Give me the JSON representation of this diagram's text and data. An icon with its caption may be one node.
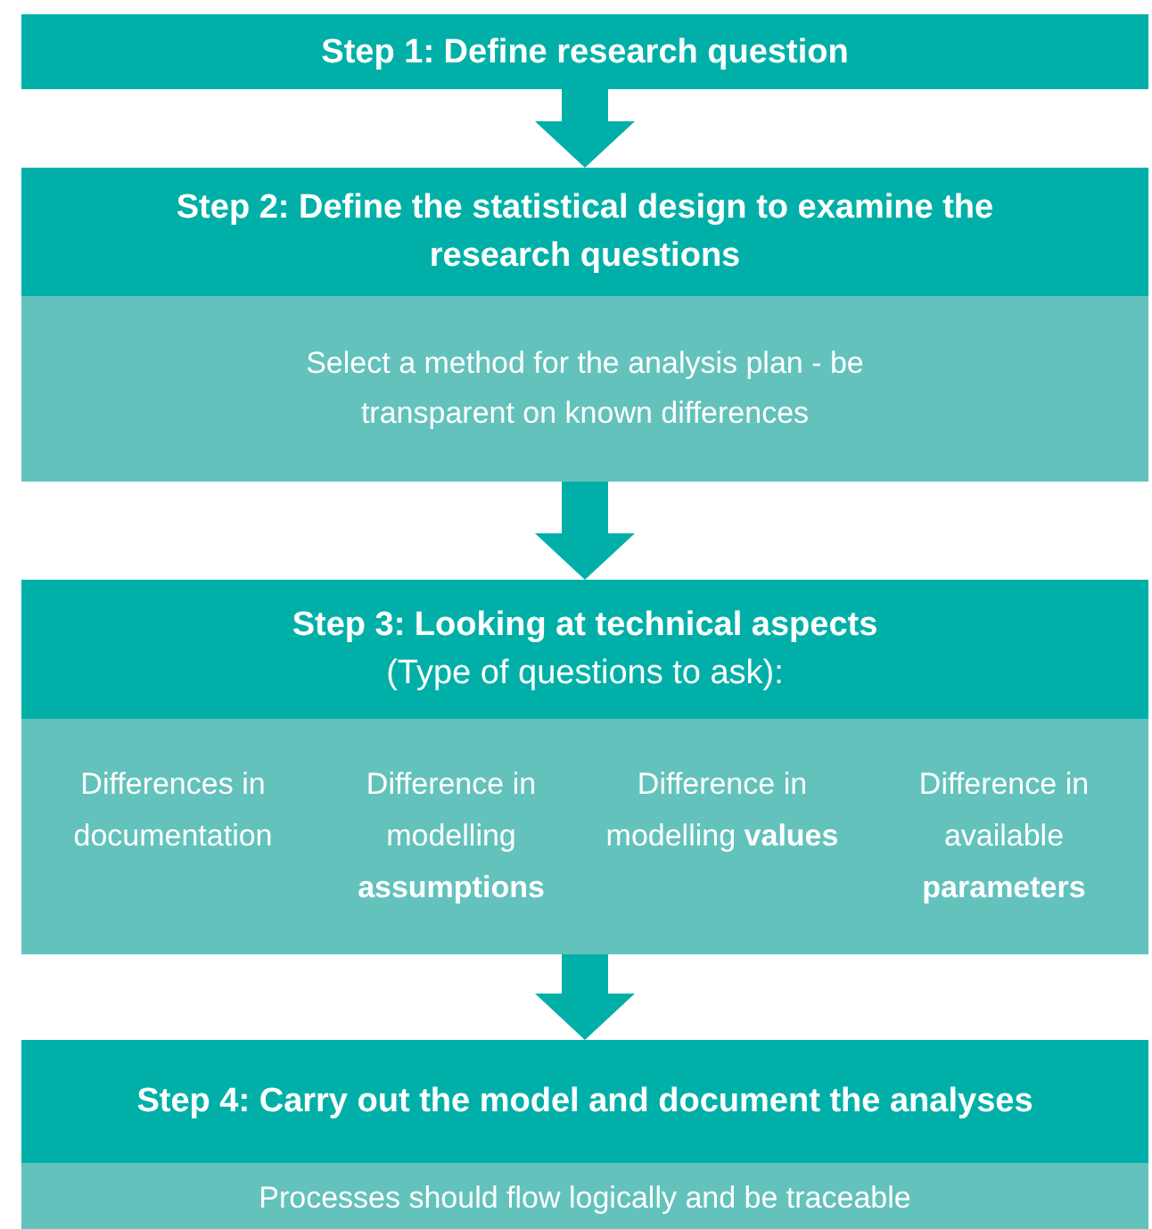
{
  "diagram": {
    "nodes": [
      {
        "text": [
          "Step 1: Define research question"
        ]
      },
      {
        "text": [
          "Step 2: Define the statistical design to examine the research questions",
          "Select a method for the analysis plan - be transparent on known differences"
        ]
      },
      {
        "text": [
          "Step 3: Looking at technical aspects",
          "(Type of questions to ask):"
        ]
      },
      {
        "text": [
          "Differences in documentation"
        ],
        "in": 2
      },
      {
        "text": [
          "Difference in modelling **assumptions**"
        ],
        "in": 2
      },
      {
        "text": [
          "Difference in modelling **values**"
        ],
        "in": 2
      },
      {
        "text": [
          "Difference in available **parameters**"
        ],
        "in": 2
      },
      {
        "text": [
          "Step 4: Carry out the model and document the analyses",
          "Processes should flow logically and be traceable"
        ]
      }
    ],
    "edges": [
      {
        "from": 0,
        "to": 1,
        "arrow": "to"
      },
      {
        "from": 1,
        "to": 2,
        "arrow": "to"
      },
      {
        "from": 2,
        "to": 7,
        "arrow": "to"
      }
    ]
  }
}
